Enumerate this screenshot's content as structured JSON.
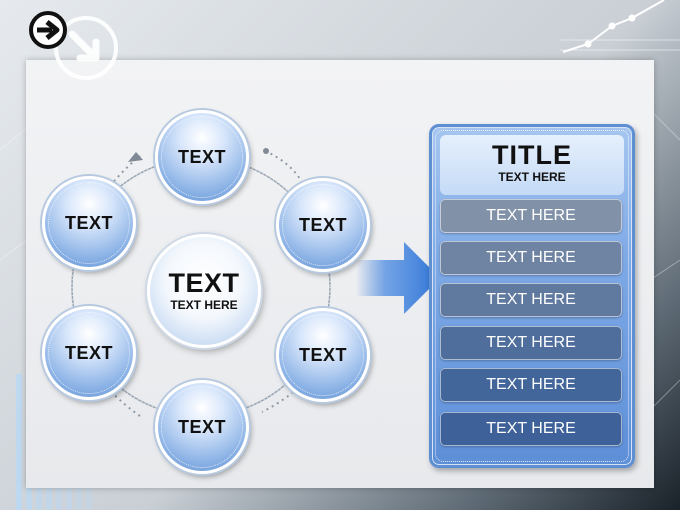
{
  "diagram": {
    "center": {
      "title": "TEXT",
      "subtitle": "TEXT HERE"
    },
    "nodes": [
      "TEXT",
      "TEXT",
      "TEXT",
      "TEXT",
      "TEXT",
      "TEXT"
    ]
  },
  "panel": {
    "title": "TITLE",
    "subtitle": "TEXT HERE",
    "rows": [
      "TEXT HERE",
      "TEXT HERE",
      "TEXT HERE",
      "TEXT HERE",
      "TEXT HERE",
      "TEXT HERE"
    ]
  },
  "colors": {
    "node_blue": "#8cb3e6",
    "arrow_blue": "#2f73d6",
    "row_colors": [
      "#8191a8",
      "#6f84a3",
      "#5f799f",
      "#4f6e9c",
      "#42659a",
      "#3d6198"
    ]
  },
  "icons": [
    "arrow-circle-right-icon",
    "arrow-circle-down-right-icon",
    "trend-line-icon"
  ]
}
